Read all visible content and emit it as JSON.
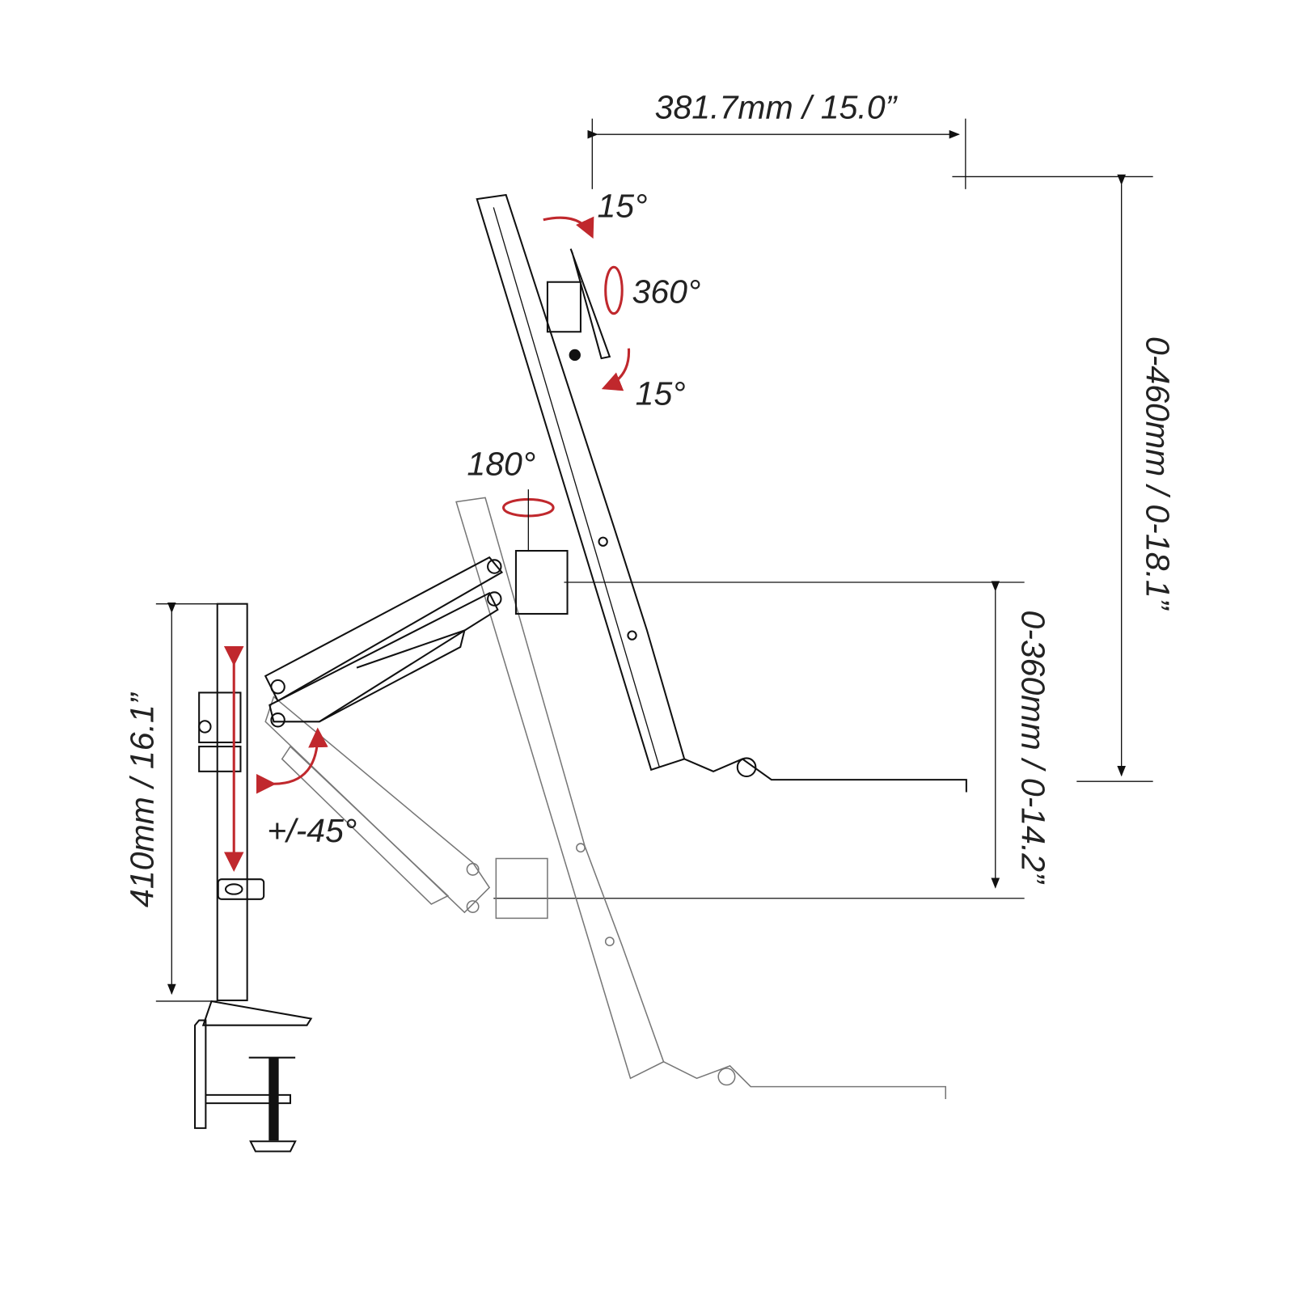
{
  "dimensions": {
    "reach": "381.7mm / 15.0”",
    "pole_height": "410mm / 16.1”",
    "height_adjust": "0-360mm / 0-14.2”",
    "total_height": "0-460mm / 0-18.1”"
  },
  "angles": {
    "tilt_up": "15°",
    "rotation": "360°",
    "tilt_down": "15°",
    "swivel": "180°",
    "arm_swing": "+/-45°"
  },
  "colors": {
    "accent": "#c0282d",
    "line": "#111111"
  }
}
